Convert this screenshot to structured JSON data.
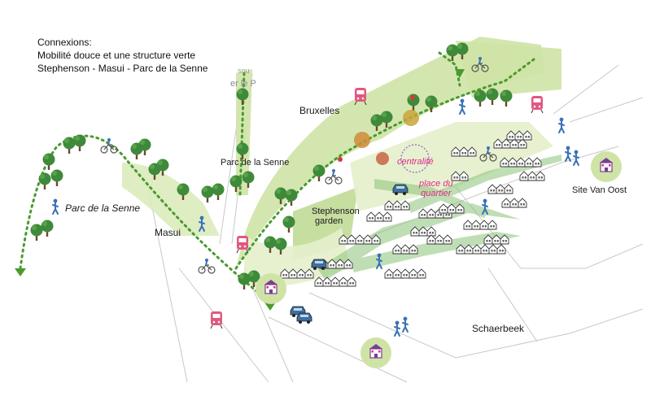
{
  "intro": {
    "line1": "Connexions:",
    "line2": "Mobilité douce et une structure verte",
    "line3": "Stephenson - Masui - Parc de la Senne"
  },
  "labels": {
    "bruxelles": "Bruxelles",
    "parc_senne_left": "Parc de la Senne",
    "parc_senne_center": "Parc de la Senne",
    "masui": "Masui",
    "stephenson_1": "Stephenson",
    "stephenson_2": "garden",
    "centralite": "centralité",
    "place_1": "place du",
    "place_2": "quartier",
    "site_van_oost": "Site Van Oost",
    "schaerbeek": "Schaerbeek",
    "faded_1": "sou",
    "faded_2": "er le P"
  },
  "colors": {
    "green_area": "#cfe3a6",
    "green_light": "#e4efcb",
    "tree": "#3e8a3a",
    "path": "#4a9a2e",
    "house": "#ffffff",
    "house_stroke": "#333333",
    "train": "#e1587f",
    "accent_pink": "#e0288b",
    "road": "#c8c8c8",
    "person": "#3a72b8"
  },
  "icons": [
    "tree-icon",
    "house-icon",
    "train-icon",
    "bike-icon",
    "pedestrian-icon",
    "school-icon",
    "car-icon",
    "arrow-icon"
  ]
}
